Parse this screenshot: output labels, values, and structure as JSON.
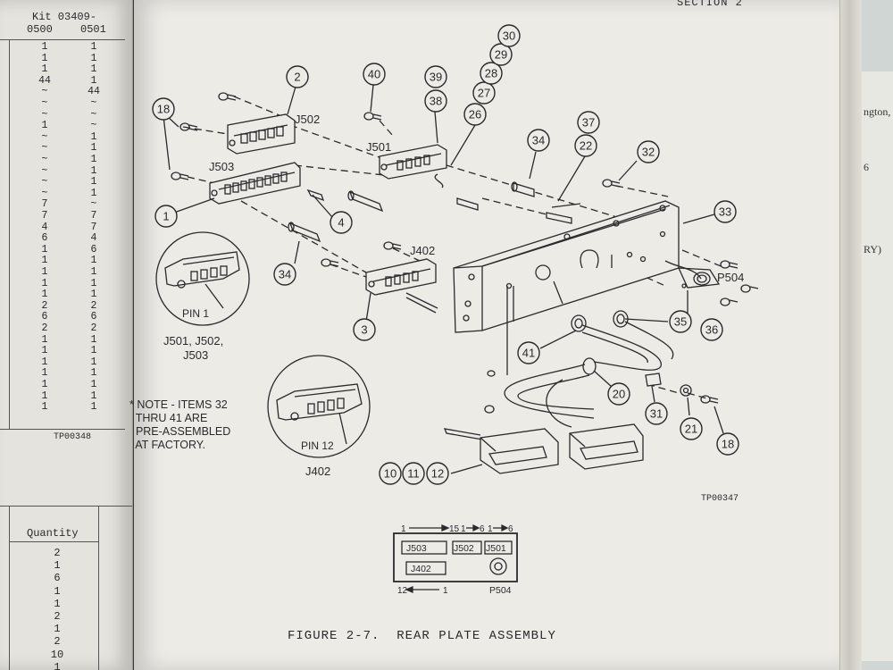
{
  "left_page": {
    "kit_table": {
      "title": "Kit 03409-",
      "columns": [
        "0500",
        "0501"
      ],
      "rows": [
        [
          "1",
          "1"
        ],
        [
          "1",
          "1"
        ],
        [
          "1",
          "1"
        ],
        [
          "44",
          "1"
        ],
        [
          "~",
          "44"
        ],
        [
          "~",
          "~"
        ],
        [
          "~",
          "~"
        ],
        [
          "1",
          "~"
        ],
        [
          "~",
          "1"
        ],
        [
          "~",
          "1"
        ],
        [
          "~",
          "1"
        ],
        [
          "~",
          "1"
        ],
        [
          "~",
          "1"
        ],
        [
          "~",
          "1"
        ],
        [
          "7",
          "~"
        ],
        [
          "7",
          "7"
        ],
        [
          "4",
          "7"
        ],
        [
          "6",
          "4"
        ],
        [
          "1",
          "6"
        ],
        [
          "1",
          "1"
        ],
        [
          "1",
          "1"
        ],
        [
          "1",
          "1"
        ],
        [
          "1",
          "1"
        ],
        [
          "2",
          "2"
        ],
        [
          "6",
          "6"
        ],
        [
          "2",
          "2"
        ],
        [
          "1",
          "1"
        ],
        [
          "1",
          "1"
        ],
        [
          "1",
          "1"
        ],
        [
          "1",
          "1"
        ],
        [
          "1",
          "1"
        ],
        [
          "1",
          "1"
        ],
        [
          "1",
          "1"
        ]
      ],
      "footer_code": "TP00348"
    },
    "quantity_table": {
      "header": "Quantity",
      "values": [
        "2",
        "1",
        "6",
        "1",
        "1",
        "2",
        "1",
        "2",
        "10",
        "1"
      ]
    }
  },
  "page": {
    "section_header": "SECTION 2",
    "figure_code": "TP00347",
    "caption": "FIGURE 2-7.  REAR PLATE ASSEMBLY",
    "note_lines": [
      "* NOTE - ITEMS 32",
      "  THRU 41 ARE",
      "  PRE-ASSEMBLED",
      "  AT FACTORY."
    ]
  },
  "diagram": {
    "callouts": [
      "1",
      "2",
      "3",
      "4",
      "10",
      "11",
      "12",
      "18",
      "18",
      "20",
      "21",
      "22",
      "26",
      "27",
      "28",
      "29",
      "30",
      "31",
      "32",
      "33",
      "34",
      "34",
      "35",
      "36",
      "37",
      "38",
      "39",
      "40",
      "41"
    ],
    "connector_labels": {
      "j501": "J501",
      "j502": "J502",
      "j503": "J503",
      "j402": "J402",
      "p504": "P504"
    },
    "detail_views": {
      "pin1_label": "PIN 1",
      "pin1_caption_line1": "J501, J502,",
      "pin1_caption_line2": "J503",
      "pin12_label": "PIN 12",
      "pin12_caption": "J402"
    },
    "panel_layout": {
      "top_dims": "1 ——15 1——6 1——6",
      "top_dim_1": "1",
      "top_dim_15": "15",
      "top_dim_1b": "1",
      "top_dim_6": "6",
      "top_dim_1c": "1",
      "top_dim_6b": "6",
      "bottom_dim_12": "12",
      "bottom_dim_1": "1",
      "slot_j503": "J503",
      "slot_j502": "J502",
      "slot_j501": "J501",
      "slot_j402": "J402",
      "slot_p504": "P504"
    }
  },
  "right_page": {
    "fragments": [
      "ngton,",
      "6",
      "RY)"
    ]
  }
}
